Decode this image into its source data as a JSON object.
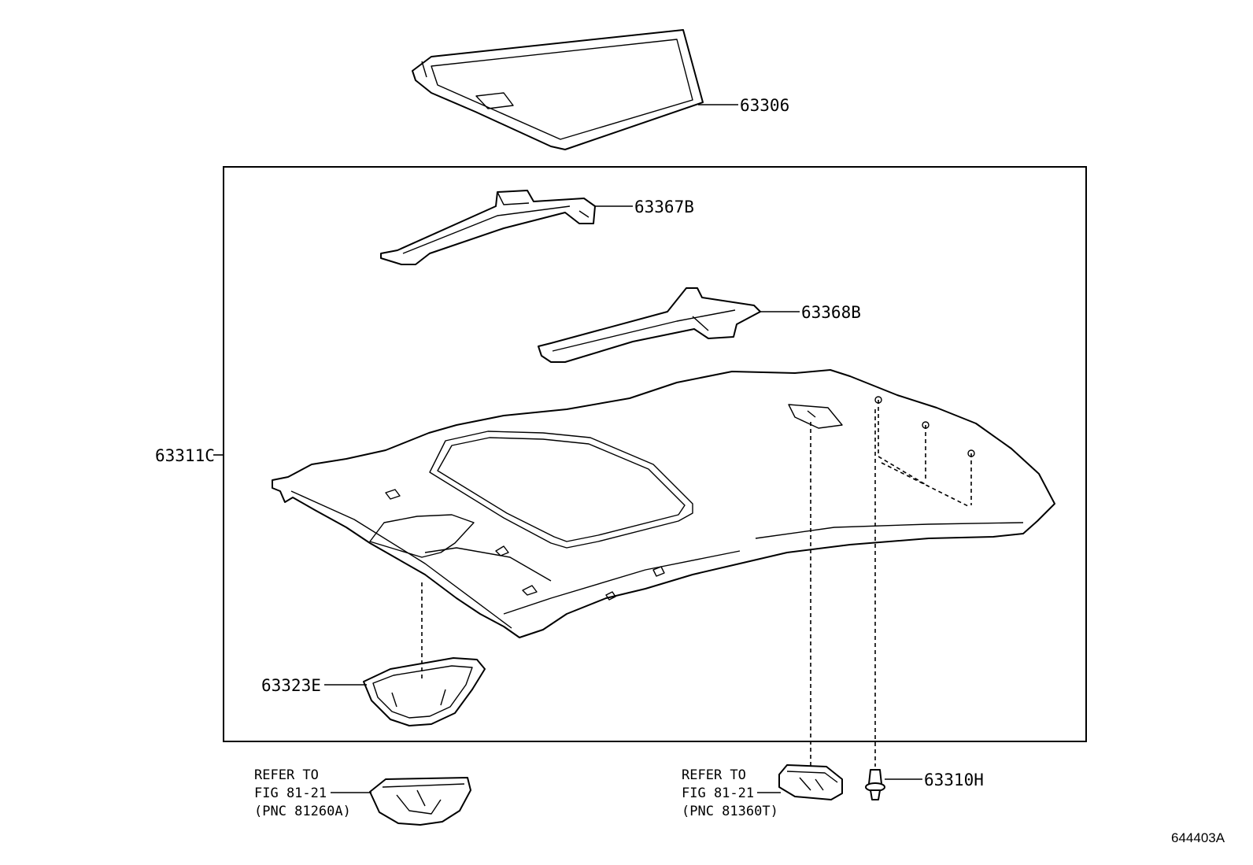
{
  "callouts": {
    "sunshade": "63306",
    "reinforcement_front": "63367B",
    "reinforcement_rear": "63368B",
    "headliner": "63311C",
    "lamp_bezel": "63323E",
    "clip": "63310H"
  },
  "references": {
    "left": {
      "line1": "REFER TO",
      "line2": "FIG 81-21",
      "line3": "(PNC 81260A)"
    },
    "right": {
      "line1": "REFER TO",
      "line2": "FIG 81-21",
      "line3": "(PNC 81360T)"
    }
  },
  "figure_number": "644403A"
}
